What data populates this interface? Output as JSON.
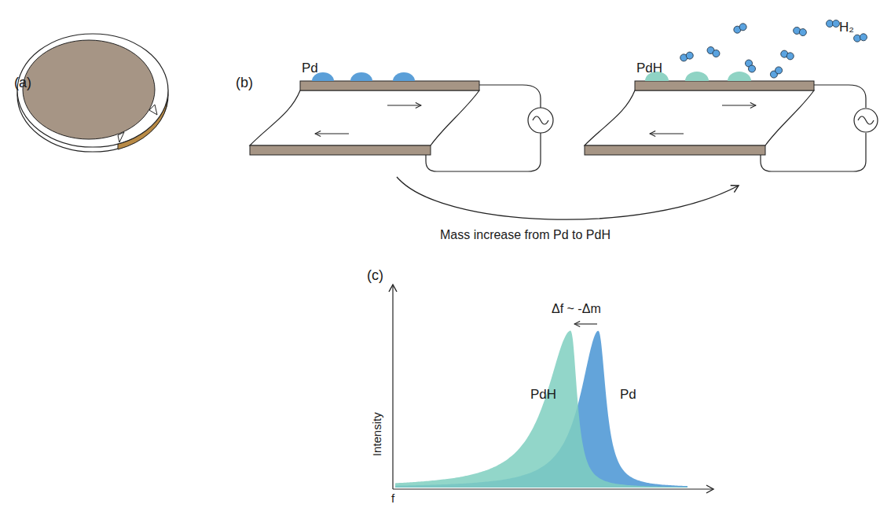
{
  "diagram": {
    "labels": [
      "(a)",
      "(b)",
      "Pd",
      "PdH",
      "H₂",
      "Mass increase from Pd to PdH",
      "(c)",
      "Δf ~ -Δm",
      "Intensity",
      "PdH",
      "Pd",
      "f"
    ]
  }
}
